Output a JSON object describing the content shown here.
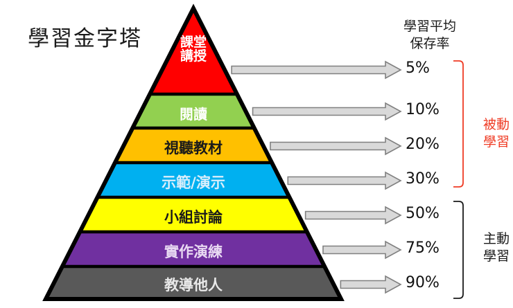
{
  "title": "學習金字塔",
  "column_header": {
    "line1": "學習平均",
    "line2": "保存率"
  },
  "pyramid": {
    "layers": [
      {
        "label": "課堂講授",
        "label_line1": "課堂",
        "label_line2": "講授",
        "retention": "5%",
        "fill": "#FF0000",
        "text_color": "#FFFFFF",
        "mode": "passive"
      },
      {
        "label": "閱讀",
        "label_line1": "閱讀",
        "label_line2": "",
        "retention": "10%",
        "fill": "#92D050",
        "text_color": "#FFFFFF",
        "mode": "passive"
      },
      {
        "label": "視聽教材",
        "label_line1": "視聽教材",
        "label_line2": "",
        "retention": "20%",
        "fill": "#FFC000",
        "text_color": "#1A1A1A",
        "mode": "passive"
      },
      {
        "label": "示範/演示",
        "label_line1": "示範/演示",
        "label_line2": "",
        "retention": "30%",
        "fill": "#00B0F0",
        "text_color": "#D9EEFB",
        "mode": "passive"
      },
      {
        "label": "小組討論",
        "label_line1": "小組討論",
        "label_line2": "",
        "retention": "50%",
        "fill": "#FFFF00",
        "text_color": "#1A1A1A",
        "mode": "active"
      },
      {
        "label": "實作演練",
        "label_line1": "實作演練",
        "label_line2": "",
        "retention": "75%",
        "fill": "#7030A0",
        "text_color": "#E8D9F2",
        "mode": "active"
      },
      {
        "label": "教導他人",
        "label_line1": "教導他人",
        "label_line2": "",
        "retention": "90%",
        "fill": "#595959",
        "text_color": "#E8E8E8",
        "mode": "active"
      }
    ],
    "outline_color": "#000000"
  },
  "arrows": {
    "fill": "#D9D9D9",
    "stroke": "#808080"
  },
  "groups": [
    {
      "id": "passive",
      "line1": "被動",
      "line2": "學習",
      "color": "#EF3B24"
    },
    {
      "id": "active",
      "line1": "主動",
      "line2": "學習",
      "color": "#1A1A1A"
    }
  ]
}
